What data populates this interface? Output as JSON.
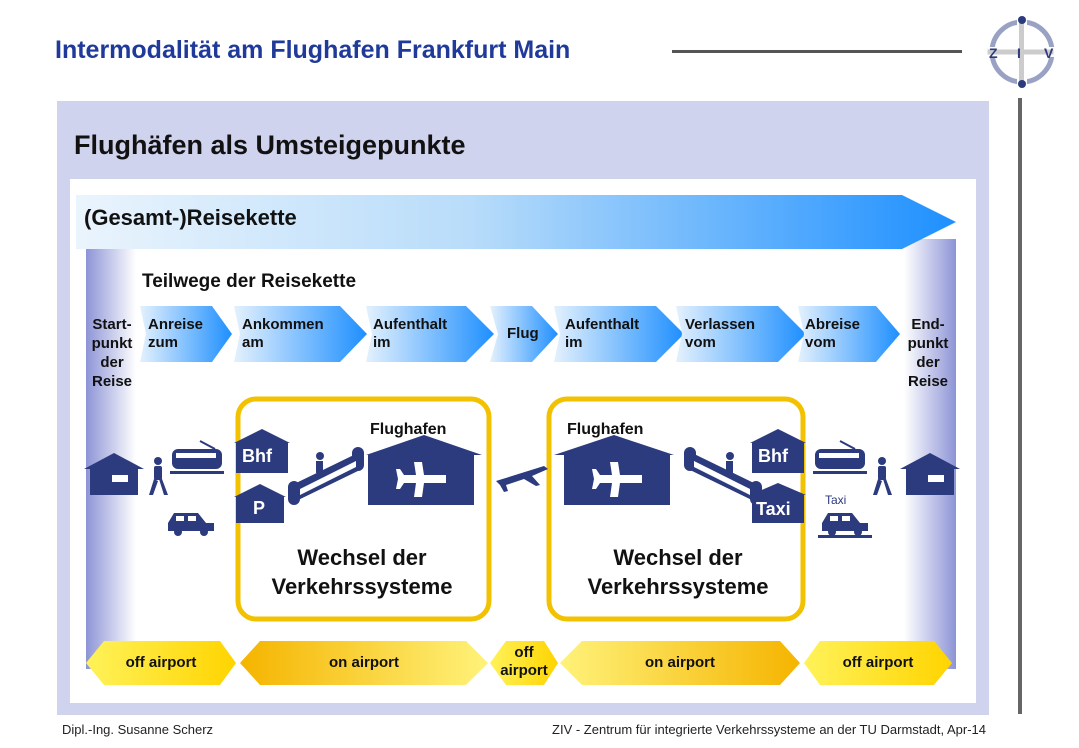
{
  "header": {
    "title": "Intermodalität am Flughafen Frankfurt Main",
    "logo_letters": [
      "Z",
      "I",
      "V"
    ]
  },
  "panel": {
    "title": "Flughäfen als Umsteigepunkte"
  },
  "diagram": {
    "chain_label": "(Gesamt-)Reisekette",
    "subchain_label": "Teilwege der Reisekette",
    "start_label": [
      "Start-",
      "punkt",
      "der",
      "Reise"
    ],
    "end_label": [
      "End-",
      "punkt",
      "der",
      "Reise"
    ],
    "steps": [
      [
        "Anreise",
        "zum"
      ],
      [
        "Ankommen",
        "am"
      ],
      [
        "Aufenthalt",
        "im"
      ],
      [
        "Flug"
      ],
      [
        "Aufenthalt",
        "im"
      ],
      [
        "Verlassen",
        "vom"
      ],
      [
        "Abreise",
        "vom"
      ]
    ],
    "airport_left": {
      "label": "Flughafen",
      "transfer": [
        "Wechsel der",
        "Verkehrssysteme"
      ],
      "sign_bhf": "Bhf",
      "sign_parking": "P"
    },
    "airport_right": {
      "label": "Flughafen",
      "transfer": [
        "Wechsel der",
        "Verkehrssysteme"
      ],
      "sign_bhf": "Bhf",
      "sign_taxi": "Taxi",
      "car_label": "Taxi"
    },
    "zones": [
      [
        "off airport"
      ],
      [
        "on airport"
      ],
      [
        "off",
        "airport"
      ],
      [
        "on airport"
      ],
      [
        "off airport"
      ]
    ]
  },
  "colors": {
    "title_blue": "#1f3a9a",
    "icon_navy": "#2c3a7e",
    "highlight_yellow": "#f2c200",
    "arrow_blue": "#1e90ff"
  },
  "footer": {
    "left": "Dipl.-Ing. Susanne Scherz",
    "right": "ZIV - Zentrum für integrierte Verkehrssysteme an der TU Darmstadt, Apr-14"
  }
}
